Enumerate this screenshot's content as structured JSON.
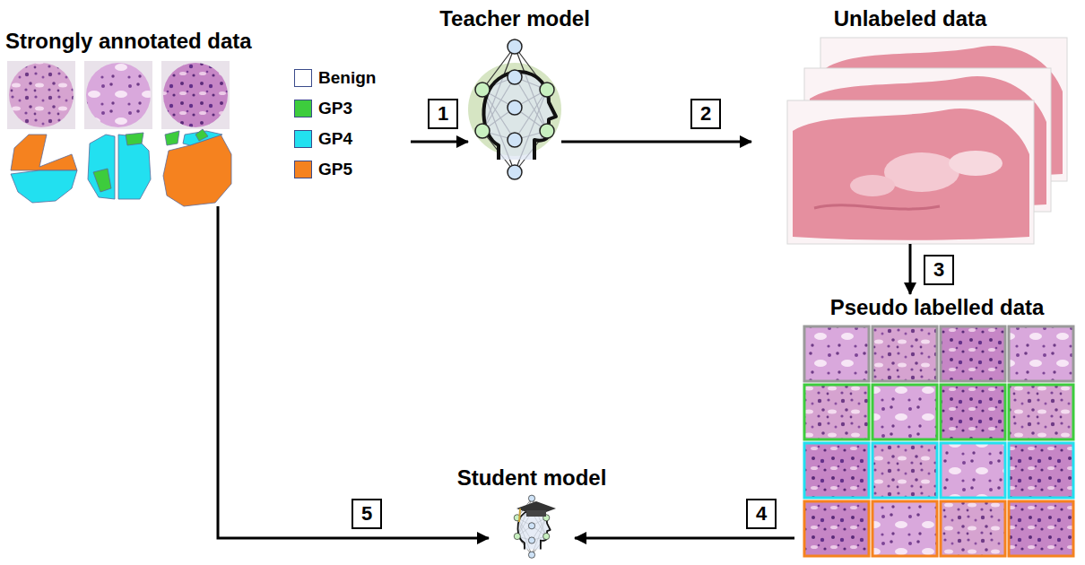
{
  "diagram": {
    "nodes": [
      {
        "text": [
          "Strongly annotated data"
        ]
      },
      {
        "text": [
          "Teacher model"
        ]
      },
      {
        "text": [
          "Unlabeled data"
        ]
      },
      {
        "text": [
          "Pseudo labelled data"
        ]
      },
      {
        "text": [
          "Student model"
        ]
      }
    ],
    "edges": [
      {
        "from": 0,
        "to": 1,
        "arrow": "to",
        "label": "1"
      },
      {
        "from": 1,
        "to": 2,
        "arrow": "to",
        "label": "2"
      },
      {
        "from": 2,
        "to": 3,
        "arrow": "to",
        "label": "3"
      },
      {
        "from": 3,
        "to": 4,
        "arrow": "to",
        "label": "4"
      },
      {
        "from": 0,
        "to": 4,
        "arrow": "to",
        "label": "5"
      }
    ],
    "legend": [
      {
        "text": "Benign",
        "color": "#ffffff"
      },
      {
        "text": "GP3",
        "color": "#3dcc3d"
      },
      {
        "text": "GP4",
        "color": "#22e0f0"
      },
      {
        "text": "GP5",
        "color": "#f5821f"
      }
    ]
  }
}
